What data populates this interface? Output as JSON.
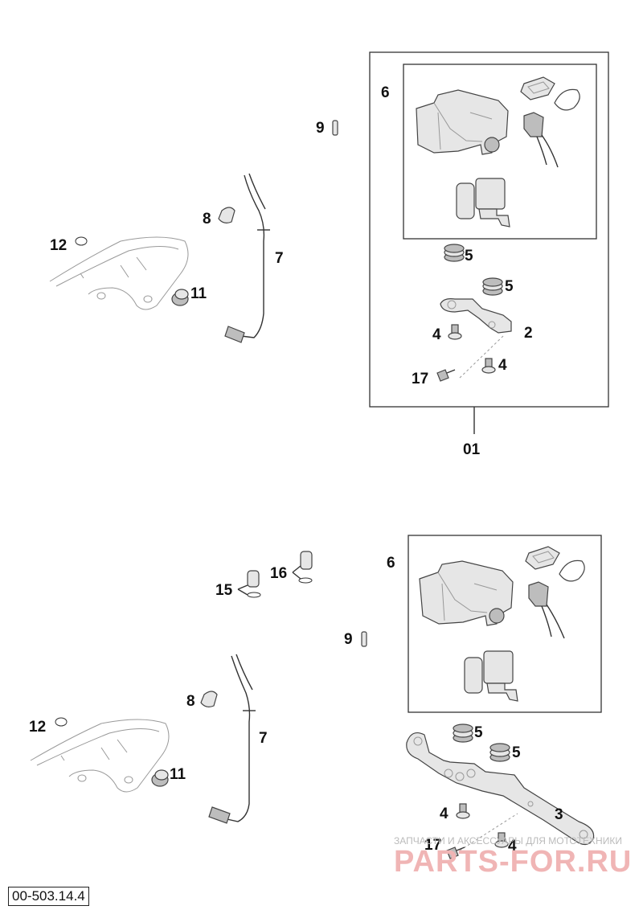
{
  "drawing_id": "00-503.14.4",
  "upper_assembly": {
    "callouts": {
      "kit": "01",
      "switch_set": "6",
      "hose_fitting": "9",
      "clip": "8",
      "ring": "12",
      "cable": "7",
      "grommet": "11",
      "damper_top": "5",
      "damper_lower": "5",
      "bracket": "2",
      "screw_left": "4",
      "screw_right": "4",
      "bolt": "17"
    }
  },
  "lower_assembly": {
    "callouts": {
      "switch_set": "6",
      "plug_a": "15",
      "plug_b": "16",
      "hose_fitting": "9",
      "clip": "8",
      "ring": "12",
      "cable": "7",
      "grommet": "11",
      "damper_top": "5",
      "damper_lower": "5",
      "bracket": "3",
      "screw_left": "4",
      "screw_right": "4",
      "bolt": "17"
    }
  },
  "watermark": {
    "tagline": "ЗАПЧАСТИ И АКСЕССУАРЫ ДЛЯ МОТОТЕХНИКИ",
    "brand": "PARTS-FOR.RU"
  }
}
